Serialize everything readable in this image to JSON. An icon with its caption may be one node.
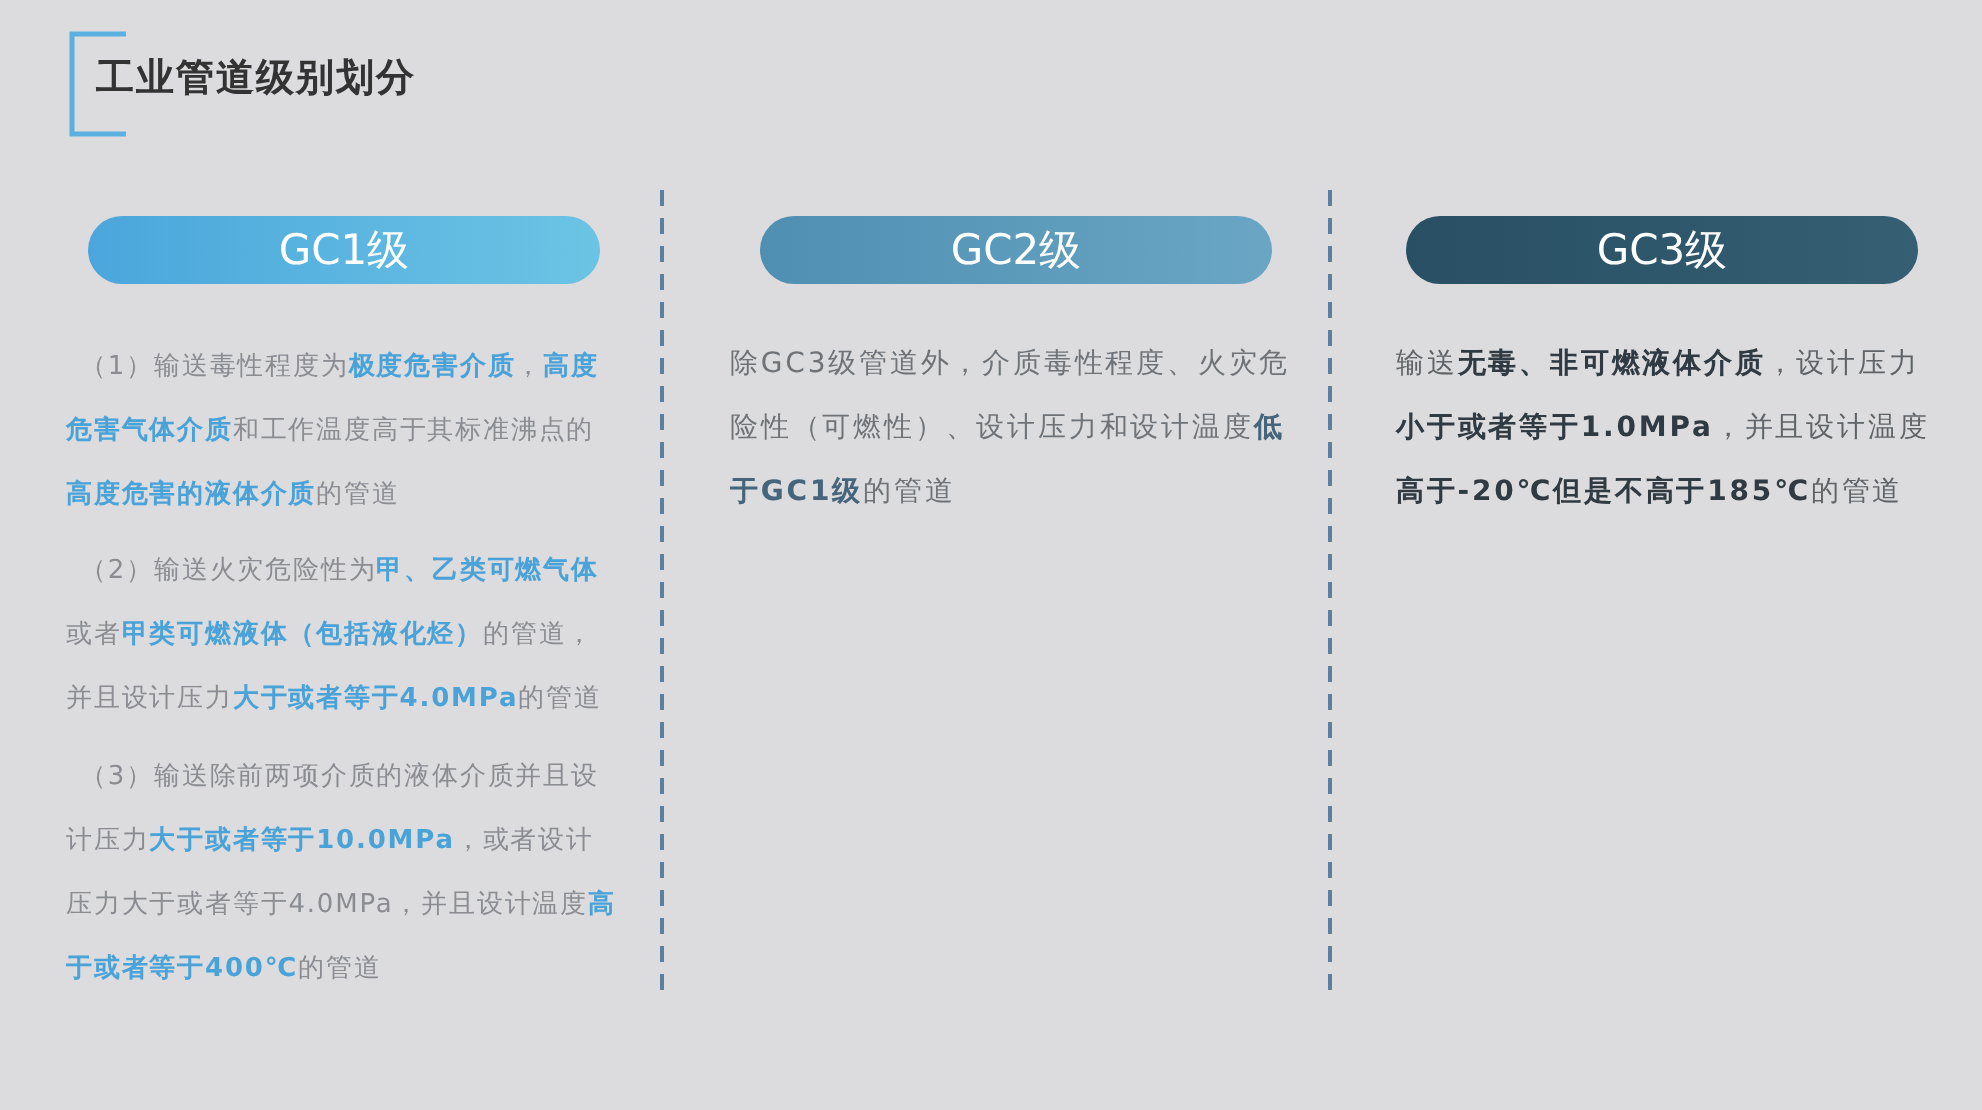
{
  "diagram": {
    "title": "工业管道级别划分",
    "nodes": [
      {
        "text": [
          "GC1级"
        ]
      },
      {
        "text": [
          "GC2级"
        ]
      },
      {
        "text": [
          "GC3级"
        ]
      }
    ],
    "edges": [],
    "labels": [
      "（1）输送毒性程度为**极度危害介质**，**高度危害气体介质**和工作温度高于其标准沸点的**高度危害的液体介质**的管道",
      "（2）输送火灾危险性为**甲、乙类可燃气体**或者**甲类可燃液体（包括液化烃）**的管道，并且设计压力**大于或者等于4.0MPa**的管道",
      "（3）输送除前两项介质的液体介质并且设计压力**大于或者等于10.0MPa**，或者设计压力大于或者等于4.0MPa，并且设计温度**高于或者等于400℃**的管道",
      "除GC3级管道外，介质毒性程度、火灾危险性（可燃性）、设计压力和设计温度**低于GC1级**的管道",
      "输送**无毒、非可燃液体介质**，设计压力**小于或者等于1.0MPa**，并且设计温度**高于-20℃但是不高于185℃**的管道"
    ]
  }
}
